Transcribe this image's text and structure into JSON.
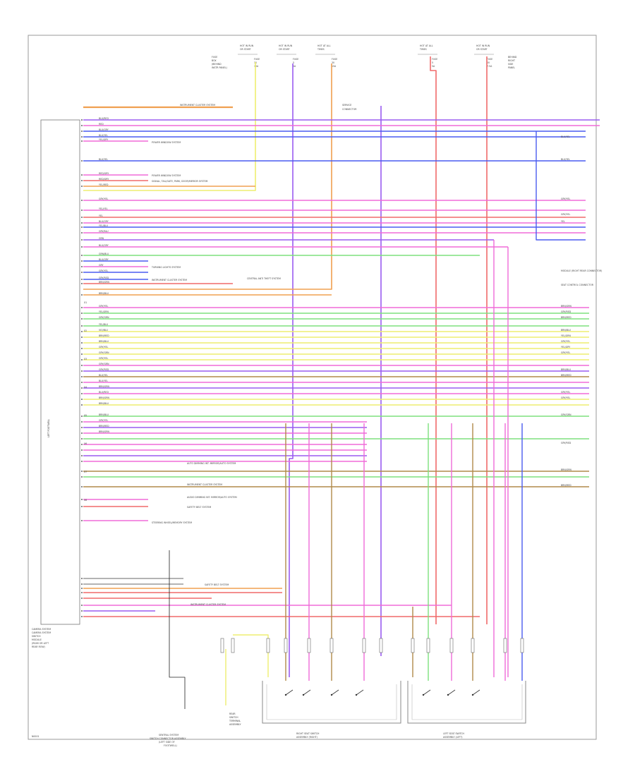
{
  "diagram": {
    "module_label": "LEFT FOOTWELL",
    "module_caption": [
      "CAMERA SYSTEM",
      "CAMERA SYSTEM",
      "SWITCH",
      "MODULE",
      "(REAR OR LEFT",
      "REAR ROW)"
    ],
    "footer_tag": "N0001",
    "bottom_labels": {
      "left": [
        "SENTRAL SYSTEM",
        "SWITCH CONNECTOR ASSEMBLY",
        "(LEFT SIDE OF",
        "FOOTWELL)"
      ],
      "mid": [
        "RIGHT SEAT SWITCH",
        "ASSEMBLY (RIGHT)"
      ],
      "right": [
        "LEFT SEAT SWITCH",
        "ASSEMBLY (LEFT)"
      ],
      "center_ground": [
        "REAR",
        "SWITCH",
        "TERMINAL",
        "ASSEMBLY"
      ]
    },
    "top_fuses": [
      [
        "HOT IN RUN",
        "OR START"
      ],
      [
        "HOT IN RUN",
        "OR START"
      ],
      [
        "HOT AT ALL",
        "TIMES"
      ],
      [
        "HOT AT ALL",
        "TIMES"
      ],
      [
        "HOT IN RUN",
        "OR START"
      ]
    ],
    "top_notes": {
      "left": [
        "FUSE",
        "BOX",
        "(BEHIND",
        "INSTR PANEL)"
      ],
      "f1": [
        "FUSE",
        "30",
        "10A"
      ],
      "f2": [
        "FUSE",
        "5",
        "5A"
      ],
      "f3": [
        "FUSE",
        "30",
        "15A"
      ],
      "f4": [
        "FUSE",
        "5",
        "5A"
      ],
      "f5": [
        "FUSE",
        "20",
        "7.5A"
      ],
      "right": [
        "BEHIND",
        "RIGHT",
        "SIDE",
        "PANEL"
      ]
    },
    "wire_labels_left": [
      "BLU/RED",
      "RED",
      "BLU/GRY",
      "BLU/YEL",
      "YEL/GRY",
      "BLU/YEL",
      "RED/GRY",
      "RED/GRY",
      "YEL/RED",
      "GRY/YEL",
      "YEL/YEL",
      "YEL",
      "BLU/GRY",
      "YEL/BLU",
      "GRY/BLU",
      "GRN",
      "BLU/GRY",
      "GRN/BLU",
      "BLU/GRY",
      "GRY",
      "GRY/YEL",
      "GRY/RED",
      "BRN/GRN",
      "BRN/BLU",
      "GRY/YEL",
      "YEL/GRN",
      "GRY/GRN",
      "YEL/BLU",
      "VIO/BLU",
      "BRN/RED",
      "BRN/BLU",
      "GRY/YEL",
      "GRY/GRN",
      "GRY/YEL",
      "GRY/GRN",
      "GRY/RED",
      "BLU/YEL",
      "BLU/YEL",
      "BRN/GRN",
      "BLU/RED",
      "BRN/GRN",
      "BRN/BLU",
      "BRN/BLU",
      "GRY/YEL",
      "BRN/RED",
      "BRN/GRN"
    ],
    "wire_labels_right": [
      "BLU/YEL",
      "BLU/YEL",
      "GRY/YEL",
      "GRY/YEL",
      "YEL",
      "BRN/GRN",
      "GRY/RED",
      "BRN/RED",
      "BRN/BLU",
      "YEL/GRN",
      "GRY/YEL",
      "YEL/GRY",
      "GRY/YEL",
      "BRN/BLU",
      "BRN/RED",
      "GRY/YEL",
      "GRY/YEL",
      "GRY/GRN",
      "GRY/RED",
      "BRN/GRN",
      "BRN/RED"
    ],
    "notes": {
      "n1": "INSTRUMENT CLUSTER SYSTEM",
      "n2": "POWER WINDOW SYSTEM",
      "n3": "POWER WINDOW SYSTEM",
      "n4": "SIGNAL, TAIL/GATE, PARK, DOOR/MIRROR SYSTEM",
      "n5": "TURNING LIGHTS SYSTEM",
      "n6": "INSTRUMENT CLUSTER SYSTEM",
      "n7": "CENTRAL ANTI THEFT SYSTEM",
      "n8": "AUTO DIMMING INT. MIRROR/AUTO SYSTEM",
      "n9": "INSTRUMENT CLUSTER SYSTEM",
      "n10": "AUDIO DIMMING INT. MIRROR/AUTO SYSTEM",
      "n11": "SAFETY BELT SYSTEM",
      "n12": "STEERING WHEEL/MEMORY SYSTEM",
      "n13": "SAFETY BELT SYSTEM",
      "n14": "INSTRUMENT CLUSTER SYSTEM",
      "n15": "SERVICE",
      "n16": "CONNECTOR",
      "n17": "MODULE (RIGHT REAR CONNECTOR)",
      "n18": "SEAT CONTROL CONNECTOR"
    },
    "connector_tags": [
      "X1",
      "X2",
      "X3",
      "X4",
      "X5",
      "X6",
      "X7",
      "X8"
    ]
  },
  "colors": {
    "blue": "#4a5cf0",
    "pink": "#f06bd8",
    "red": "#f06a6a",
    "orange": "#f0a050",
    "yellow": "#eeee70",
    "green": "#7ee07e",
    "violet": "#9a5cf0",
    "brown": "#b08a4a",
    "gray": "#9a9a9a",
    "black": "#222222"
  }
}
